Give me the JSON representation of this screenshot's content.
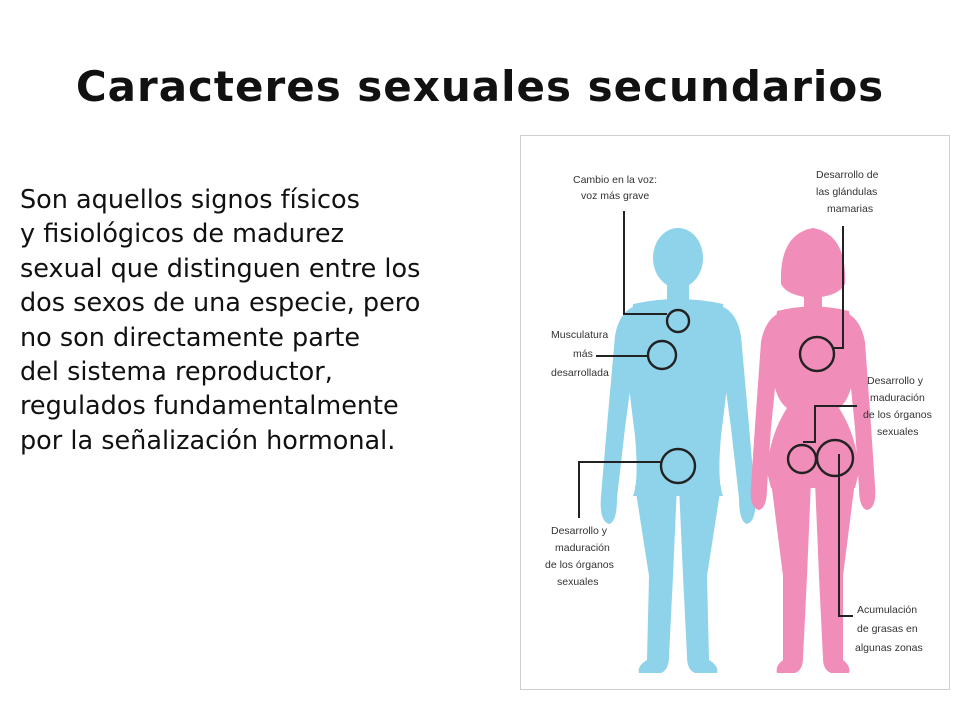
{
  "slide": {
    "title": "Caracteres sexuales secundarios",
    "body_lines": [
      "Son aquellos signos físicos",
      "y fisiológicos de madurez",
      "sexual que distinguen entre los",
      "dos sexos de una especie, pero",
      "no son directamente parte",
      "del sistema reproductor,",
      "regulados fundamentalmente",
      "por la señalización hormonal."
    ]
  },
  "figure": {
    "colors": {
      "male_figure": "#8fd3ea",
      "female_figure": "#f08db8",
      "lines": "#222222"
    },
    "labels": {
      "voice": [
        "Cambio en la voz:",
        "voz más grave"
      ],
      "muscle": [
        "Musculatura",
        "más",
        "desarrollada"
      ],
      "male_organs": [
        "Desarrollo y",
        "maduración",
        "de los órganos",
        "sexuales"
      ],
      "mammary": [
        "Desarrollo de",
        "las glándulas",
        "mamarias"
      ],
      "female_organs": [
        "Desarrollo y",
        "maduración",
        "de los órganos",
        "sexuales"
      ],
      "fat": [
        "Acumulación",
        "de grasas en",
        "algunas zonas"
      ]
    }
  }
}
